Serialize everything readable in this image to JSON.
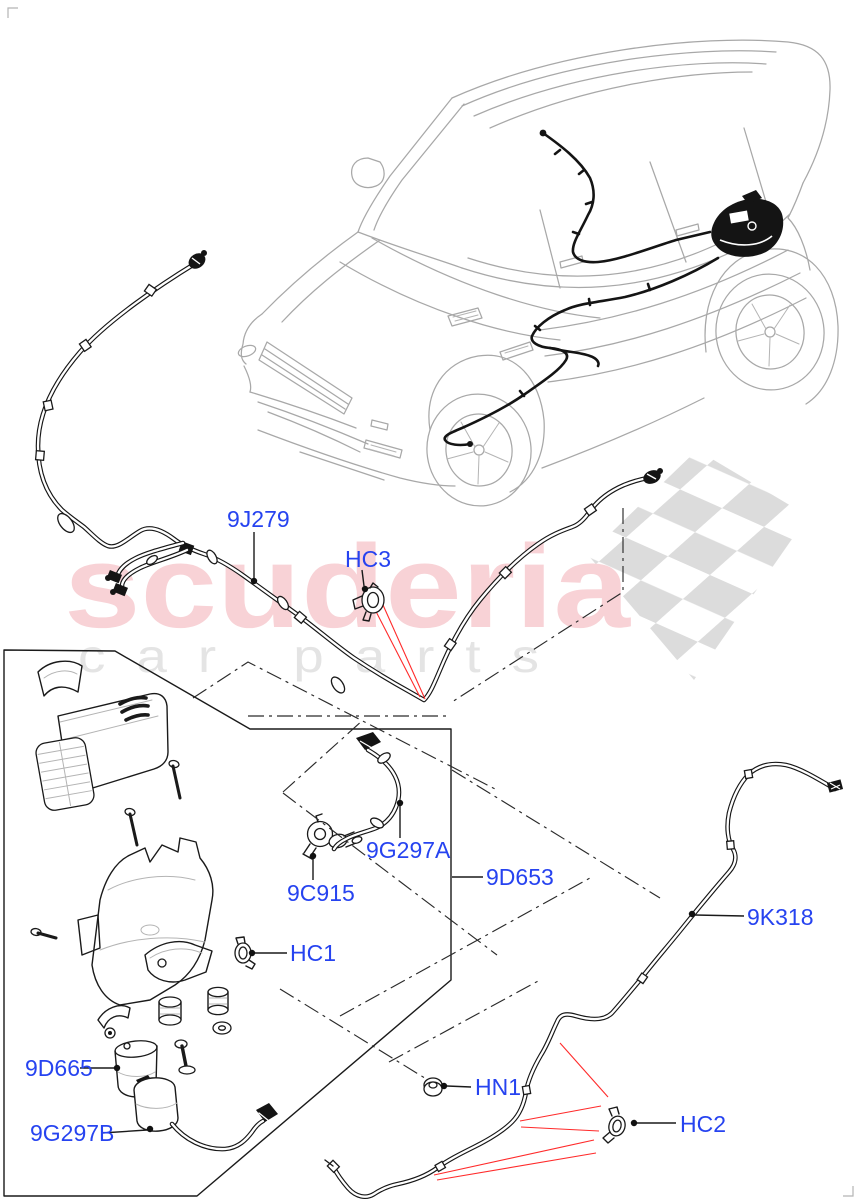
{
  "watermark": {
    "line1": "scuderia",
    "line2": "car parts"
  },
  "labels": {
    "9J279": {
      "text": "9J279"
    },
    "HC3": {
      "text": "HC3"
    },
    "9D653": {
      "text": "9D653"
    },
    "9G297A": {
      "text": "9G297A"
    },
    "9C915": {
      "text": "9C915"
    },
    "HC1": {
      "text": "HC1"
    },
    "9K318": {
      "text": "9K318"
    },
    "9D665": {
      "text": "9D665"
    },
    "HN1": {
      "text": "HN1"
    },
    "9G297B": {
      "text": "9G297B"
    },
    "HC2": {
      "text": "HC2"
    }
  },
  "colors": {
    "label_blue": "#2643f0",
    "drawing_black": "#1a1a1a",
    "car_gray": "#a8a8a8",
    "red_leader": "#ff2a2a",
    "watermark_pink": "#f8d2d6",
    "watermark_gray": "#e4e4e4",
    "checker_gray": "#dcdcdc",
    "background": "#ffffff"
  }
}
